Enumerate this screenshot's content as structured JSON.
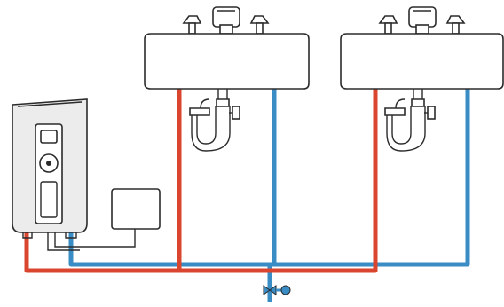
{
  "colors": {
    "hot_pipe": "#d9452f",
    "cold_pipe": "#3a8cc4",
    "outline": "#2b2b2b",
    "fixture_fill": "#ffffff",
    "heater_fill": "#ececec"
  },
  "components": {
    "water_heater": {
      "icon": "tankless-water-heater"
    },
    "control_box": {
      "icon": "junction-box"
    },
    "sinks": [
      {
        "icon": "sink-with-faucet"
      },
      {
        "icon": "sink-with-faucet"
      }
    ],
    "valve": {
      "icon": "shutoff-valve"
    }
  }
}
